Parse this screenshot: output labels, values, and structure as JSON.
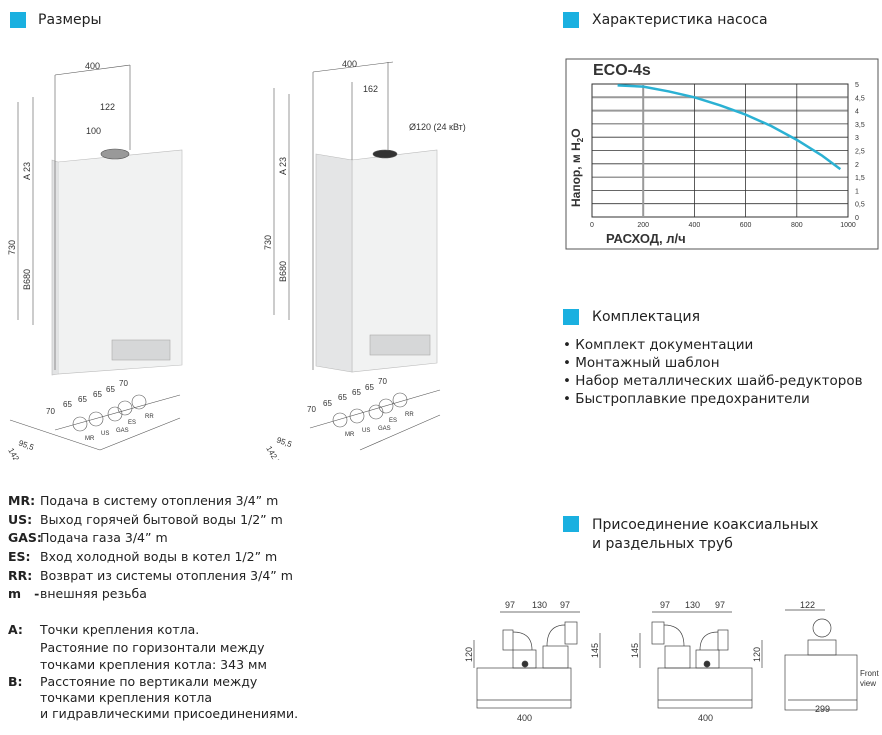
{
  "sections": {
    "dimensions": "Размеры",
    "pump": "Характеристика насоса",
    "kit": "Комплектация",
    "pipes_line1": "Присоединение коаксиальных",
    "pipes_line2": "и раздельных труб"
  },
  "colors": {
    "accent": "#1ab0e0",
    "curve": "#2bb1d3"
  },
  "boiler_left": {
    "width": "400",
    "d122": "122",
    "d100": "100",
    "a23": "A 23",
    "h730": "730",
    "b680": "B680",
    "bottom": [
      "70",
      "65",
      "65",
      "65",
      "65",
      "70"
    ],
    "depth1": "95,5",
    "depth2": "142,5",
    "ports": [
      "MR",
      "US",
      "GAS",
      "ES",
      "RR"
    ]
  },
  "boiler_right": {
    "width": "400",
    "d162": "162",
    "flue": "Ø120 (24 кВт)",
    "a23": "A 23",
    "h730": "730",
    "b680": "B680",
    "bottom": [
      "70",
      "65",
      "65",
      "65",
      "65",
      "70"
    ],
    "depth1": "95,5",
    "depth2": "142,5",
    "ports": [
      "MR",
      "US",
      "GAS",
      "ES",
      "RR"
    ]
  },
  "chart_data": {
    "type": "line",
    "title": "ECO-4s",
    "xlabel": "РАСХОД, л/ч",
    "ylabel": "Напор, м H2O",
    "ylabel_main": "Напор, м H",
    "ylabel_sub": "2",
    "ylabel_end": "O",
    "xlim": [
      0,
      1000
    ],
    "ylim": [
      0,
      5
    ],
    "grid": true,
    "x_ticks": [
      "0",
      "200",
      "400",
      "600",
      "800",
      "1000"
    ],
    "y_ticks": [
      "0",
      "0,5",
      "1",
      "1,5",
      "2",
      "2,5",
      "3",
      "3,5",
      "4",
      "4,5",
      "5"
    ],
    "series": [
      {
        "name": "ECO-4s",
        "x": [
          100,
          200,
          300,
          400,
          500,
          600,
          700,
          800,
          900,
          970
        ],
        "y": [
          4.95,
          4.9,
          4.72,
          4.5,
          4.2,
          3.85,
          3.42,
          2.9,
          2.3,
          1.8
        ]
      }
    ]
  },
  "kit": {
    "items": [
      "Комплект документации",
      "Монтажный шаблон",
      "Набор металлических шайб-редукторов",
      "Быстроплавкие предохранители"
    ]
  },
  "legend": [
    {
      "code": "MR:",
      "text": "Подача в систему отопления 3/4” m"
    },
    {
      "code": "US:",
      "text": "Выход горячей бытовой воды 1/2” m"
    },
    {
      "code": "GAS:",
      "text": "Подача газа 3/4” m"
    },
    {
      "code": "ES:",
      "text": "Вход холодной воды в котел 1/2” m"
    },
    {
      "code": "RR:",
      "text": "Возврат из системы отопления 3/4” m"
    },
    {
      "code": "m   -",
      "text": "внешняя резьба"
    }
  ],
  "notes": {
    "a_code": "A:",
    "a1": "Точки крепления котла.",
    "a2": "Растояние по горизонтали между",
    "a3": "точками крепления котла: 343 мм",
    "b_code": "B:",
    "b1": "Расстояние по вертикали между",
    "b2": "точками крепления котла",
    "b3": "и гидравлическими присоединениями."
  },
  "pipes": {
    "d1": {
      "a": "97",
      "b": "130",
      "c": "97",
      "h1": "120",
      "h2": "145",
      "w": "400"
    },
    "d2": {
      "a": "97",
      "b": "130",
      "c": "97",
      "h1": "145",
      "h2": "120",
      "w": "400"
    },
    "d3": {
      "w1": "122",
      "w2": "299",
      "front1": "Front",
      "front2": "view"
    }
  }
}
